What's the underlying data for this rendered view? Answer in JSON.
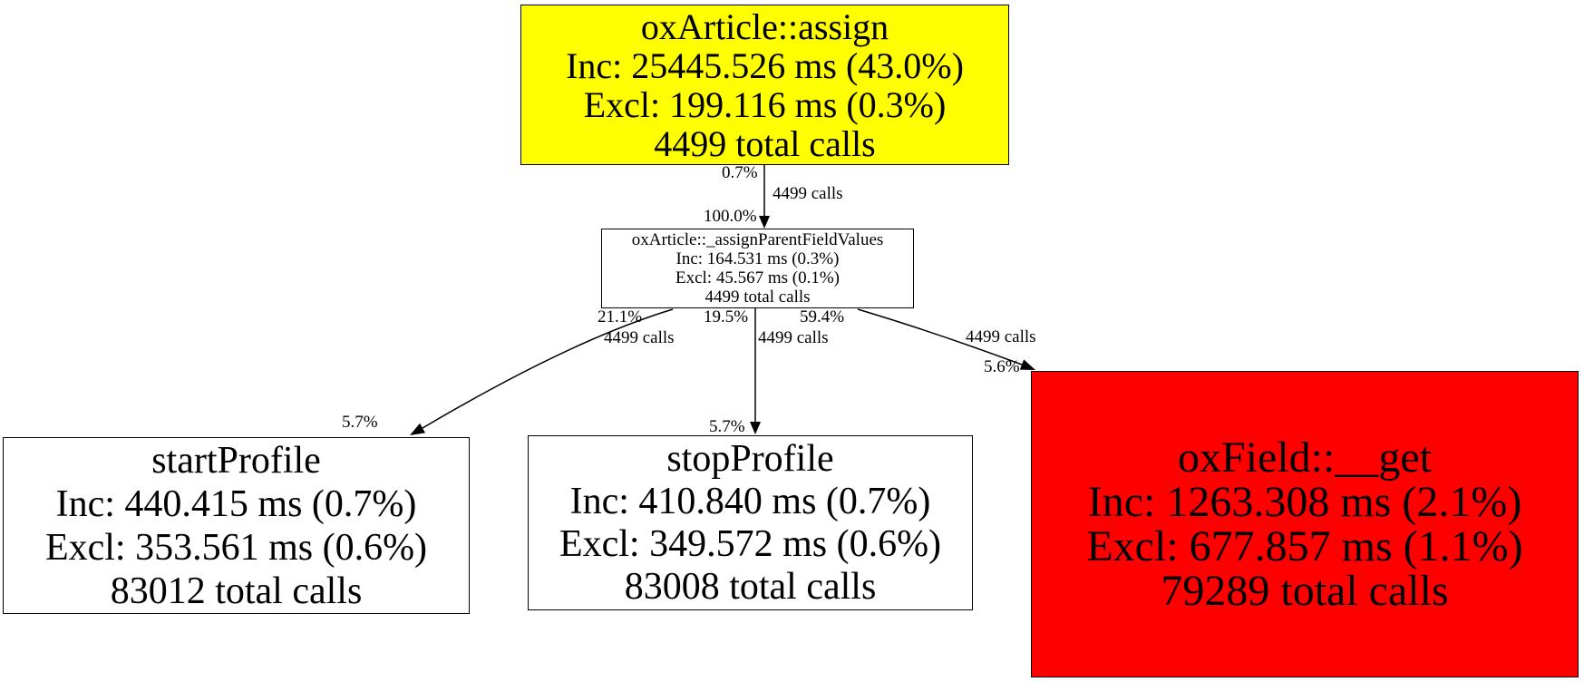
{
  "diagram_title": "profiler-call-graph",
  "colors": {
    "hot_node": "#ff0000",
    "warm_node": "#ffff00",
    "normal_node": "#ffffff",
    "border": "#000000",
    "edge": "#000000",
    "background": "#ffffff"
  },
  "nodes": {
    "assign": {
      "name": "oxArticle::assign",
      "inc": "Inc: 25445.526 ms (43.0%)",
      "excl": "Excl: 199.116 ms (0.3%)",
      "calls": "4499 total calls"
    },
    "assign_parent_field_values": {
      "name": "oxArticle::_assignParentFieldValues",
      "inc": "Inc: 164.531 ms (0.3%)",
      "excl": "Excl: 45.567 ms (0.1%)",
      "calls": "4499 total calls"
    },
    "start_profile": {
      "name": "startProfile",
      "inc": "Inc: 440.415 ms (0.7%)",
      "excl": "Excl: 353.561 ms (0.6%)",
      "calls": "83012 total calls"
    },
    "stop_profile": {
      "name": "stopProfile",
      "inc": "Inc: 410.840 ms (0.7%)",
      "excl": "Excl: 349.572 ms (0.6%)",
      "calls": "83008 total calls"
    },
    "ox_field_get": {
      "name": "oxField::__get",
      "inc": "Inc: 1263.308 ms (2.1%)",
      "excl": "Excl: 677.857 ms (1.1%)",
      "calls": "79289 total calls"
    }
  },
  "edges": {
    "assign_to_parent": {
      "tail_pct": "0.7%",
      "calls": "4499 calls",
      "head_pct": "100.0%"
    },
    "parent_to_start": {
      "tail_pct": "21.1%",
      "calls": "4499 calls",
      "head_pct": "5.7%"
    },
    "parent_to_stop": {
      "tail_pct": "19.5%",
      "calls": "4499 calls",
      "head_pct": "5.7%"
    },
    "parent_to_get": {
      "tail_pct": "59.4%",
      "calls": "4499 calls",
      "head_pct": "5.6%"
    }
  }
}
